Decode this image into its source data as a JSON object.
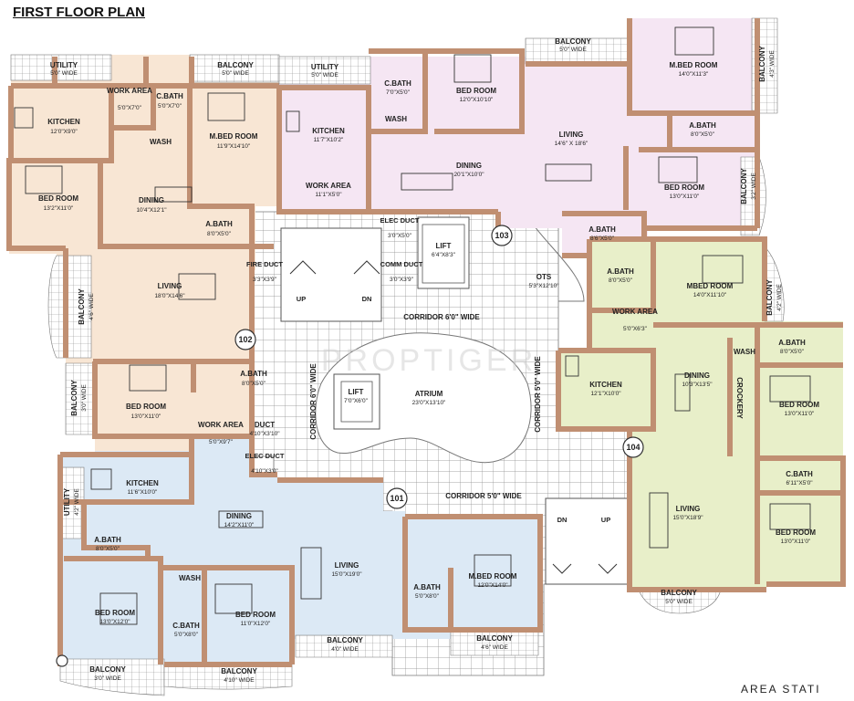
{
  "title": "FIRST FLOOR PLAN",
  "footer": "AREA STATI",
  "watermark": "PROPTIGER",
  "colors": {
    "unit_101": "#dce9f5",
    "unit_102": "#f8e6d4",
    "unit_103": "#f5e6f3",
    "unit_104": "#e8efc9",
    "wall": "#c08f72",
    "tile": "#ffffff"
  },
  "units": {
    "u101": "101",
    "u102": "102",
    "u103": "103",
    "u104": "104"
  },
  "rooms": {
    "u102_utility": {
      "name": "UTILITY",
      "dim": "5'0\" WIDE"
    },
    "u102_kitchen": {
      "name": "KITCHEN",
      "dim": "12'0\"X9'0\""
    },
    "u102_workarea": {
      "name": "WORK AREA",
      "dim": "5'0\"X7'0\""
    },
    "u102_cbath": {
      "name": "C.BATH",
      "dim": "5'0\"X7'0\""
    },
    "u102_balcony_top": {
      "name": "BALCONY",
      "dim": "5'0\" WIDE"
    },
    "u102_wash": {
      "name": "WASH",
      "dim": ""
    },
    "u102_mbed": {
      "name": "M.BED ROOM",
      "dim": "11'9\"X14'10\""
    },
    "u102_bed1": {
      "name": "BED ROOM",
      "dim": "13'2\"X11'0\""
    },
    "u102_dining": {
      "name": "DINING",
      "dim": "10'4\"X12'1\""
    },
    "u102_abath": {
      "name": "A.BATH",
      "dim": "8'0\"X5'0\""
    },
    "u102_living": {
      "name": "LIVING",
      "dim": "18'0\"X14'6\""
    },
    "u102_balcony_left": {
      "name": "BALCONY",
      "dim": "4'6\" WIDE"
    },
    "u102_bed2": {
      "name": "BED ROOM",
      "dim": "13'0\"X11'0\""
    },
    "u102_balcony_left2": {
      "name": "BALCONY",
      "dim": "3'0\" WIDE"
    },
    "u102_abath2": {
      "name": "A.BATH",
      "dim": "8'0\"X5'0\""
    },
    "u103_utility": {
      "name": "UTILITY",
      "dim": "5'0\" WIDE"
    },
    "u103_kitchen": {
      "name": "KITCHEN",
      "dim": "11'7\"X10'2\""
    },
    "u103_workarea": {
      "name": "WORK AREA",
      "dim": "11'1\"X5'0\""
    },
    "u103_cbath": {
      "name": "C.BATH",
      "dim": "7'0\"X5'0\""
    },
    "u103_wash": {
      "name": "WASH",
      "dim": ""
    },
    "u103_bed": {
      "name": "BED ROOM",
      "dim": "12'0\"X10'10\""
    },
    "u103_balcony_top": {
      "name": "BALCONY",
      "dim": "5'0\" WIDE"
    },
    "u103_living": {
      "name": "LIVING",
      "dim": "14'6\" X 18'6\""
    },
    "u103_dining": {
      "name": "DINING",
      "dim": "20'1\"X10'0\""
    },
    "u103_mbed": {
      "name": "M.BED ROOM",
      "dim": "14'0\"X11'3\""
    },
    "u103_abath": {
      "name": "A.BATH",
      "dim": "8'0\"X5'0\""
    },
    "u103_balcony_right": {
      "name": "BALCONY",
      "dim": "4'3\" WIDE"
    },
    "u103_bed2": {
      "name": "BED ROOM",
      "dim": "13'0\"X11'0\""
    },
    "u103_balcony_right2": {
      "name": "BALCONY",
      "dim": "3'2\" WIDE"
    },
    "u103_abath2": {
      "name": "A.BATH",
      "dim": "8'6\"X5'0\""
    },
    "core_elec_duct": {
      "name": "ELEC DUCT",
      "dim": "3'0\"X5'0\""
    },
    "core_lift1": {
      "name": "LIFT",
      "dim": "6'4\"X8'3\""
    },
    "core_fire_duct": {
      "name": "FIRE DUCT",
      "dim": "3'3\"X3'9\""
    },
    "core_comm_duct": {
      "name": "COMM DUCT",
      "dim": "3'0\"X3'9\""
    },
    "core_up": {
      "name": "UP",
      "dim": ""
    },
    "core_dn": {
      "name": "DN",
      "dim": ""
    },
    "corridor_top": {
      "name": "CORRIDOR 6'0\" WIDE",
      "dim": ""
    },
    "corridor_left": {
      "name": "CORRIDOR 6'0\" WIDE",
      "dim": ""
    },
    "corridor_right": {
      "name": "CORRIDOR 5'0\" WIDE",
      "dim": ""
    },
    "corridor_bottom": {
      "name": "CORRIDOR 5'0\" WIDE",
      "dim": ""
    },
    "core_lift2": {
      "name": "LIFT",
      "dim": "7'0\"X6'0\""
    },
    "atrium": {
      "name": "ATRIUM",
      "dim": "23'0\"X13'10\""
    },
    "ots": {
      "name": "OTS",
      "dim": "5'3\"X12'10\""
    },
    "stair2_dn": {
      "name": "DN",
      "dim": ""
    },
    "stair2_up": {
      "name": "UP",
      "dim": ""
    },
    "u104_abath": {
      "name": "A.BATH",
      "dim": "8'0\"X5'0\""
    },
    "u104_mbed": {
      "name": "MBED ROOM",
      "dim": "14'0\"X11'10\""
    },
    "u104_balcony_right": {
      "name": "BALCONY",
      "dim": "4'2\" WIDE"
    },
    "u104_workarea": {
      "name": "WORK AREA",
      "dim": "5'0\"X6'3\""
    },
    "u104_kitchen": {
      "name": "KITCHEN",
      "dim": "12'1\"X10'0\""
    },
    "u104_dining": {
      "name": "DINING",
      "dim": "10'3\"X13'5\""
    },
    "u104_crockery": {
      "name": "CROCKERY",
      "dim": ""
    },
    "u104_wash": {
      "name": "WASH",
      "dim": ""
    },
    "u104_abath2": {
      "name": "A.BATH",
      "dim": "8'0\"X5'0\""
    },
    "u104_bed1": {
      "name": "BED ROOM",
      "dim": "13'0\"X11'0\""
    },
    "u104_cbath": {
      "name": "C.BATH",
      "dim": "6'11\"X5'0\""
    },
    "u104_living": {
      "name": "LIVING",
      "dim": "15'0\"X18'9\""
    },
    "u104_bed2": {
      "name": "BED ROOM",
      "dim": "13'0\"X11'0\""
    },
    "u104_balcony_bottom": {
      "name": "BALCONY",
      "dim": "5'0\" WIDE"
    },
    "u101_workarea": {
      "name": "WORK AREA",
      "dim": "5'0\"X9'7\""
    },
    "u101_duct": {
      "name": "DUCT",
      "dim": "4'10\"X3'10\""
    },
    "u101_elec_duct": {
      "name": "ELEC DUCT",
      "dim": "4'10\"X3'0\""
    },
    "u101_utility": {
      "name": "UTILITY",
      "dim": "4'2\" WIDE"
    },
    "u101_kitchen": {
      "name": "KITCHEN",
      "dim": "11'6\"X10'0\""
    },
    "u101_dining": {
      "name": "DINING",
      "dim": "14'2\"X11'0\""
    },
    "u101_abath": {
      "name": "A.BATH",
      "dim": "8'0\"X5'0\""
    },
    "u101_living": {
      "name": "LIVING",
      "dim": "15'0\"X19'0\""
    },
    "u101_wash": {
      "name": "WASH",
      "dim": ""
    },
    "u101_bed1": {
      "name": "BED ROOM",
      "dim": "13'0\"X12'0\""
    },
    "u101_cbath": {
      "name": "C.BATH",
      "dim": "5'0\"X8'0\""
    },
    "u101_bed2": {
      "name": "BED ROOM",
      "dim": "11'0\"X12'0\""
    },
    "u101_abath2": {
      "name": "A.BATH",
      "dim": "5'0\"X8'0\""
    },
    "u101_mbed": {
      "name": "M.BED ROOM",
      "dim": "12'0\"X14'0\""
    },
    "u101_balcony1": {
      "name": "BALCONY",
      "dim": "4'0\" WIDE"
    },
    "u101_balcony2": {
      "name": "BALCONY",
      "dim": "4'6\" WIDE"
    },
    "u101_balcony3": {
      "name": "BALCONY",
      "dim": "3'0\" WIDE"
    },
    "u101_balcony4": {
      "name": "BALCONY",
      "dim": "4'10\" WIDE"
    }
  }
}
